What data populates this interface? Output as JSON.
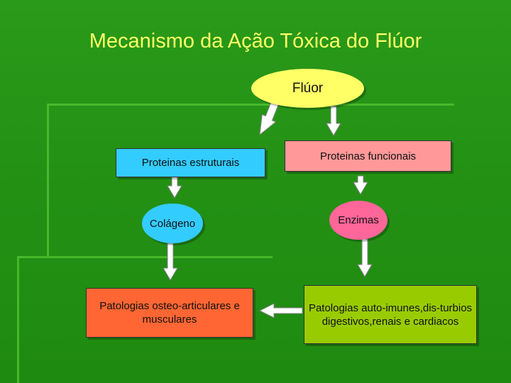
{
  "title": "Mecanismo da Ação Tóxica do Flúor",
  "nodes": {
    "fluor": "Flúor",
    "proteinas_estruturais": "Proteinas estruturais",
    "proteinas_funcionais": "Proteinas funcionais",
    "colageno": "Colágeno",
    "enzimas": "Enzimas",
    "patologias_osteo": "Patologias osteo-articulares e musculares",
    "patologias_auto": "Patologias auto-imunes,dis-turbios digestivos,renais e cardiacos"
  },
  "colors": {
    "background": "#239014",
    "title": "#ffff66",
    "fluor_fill": "#ffff66",
    "proteinas_estruturais_fill": "#33ccff",
    "proteinas_funcionais_fill": "#ff9999",
    "colageno_fill": "#33ccff",
    "enzimas_fill": "#ff6699",
    "patologias_osteo_fill": "#ff6633",
    "patologias_auto_fill": "#99cc00",
    "arrow_fill": "#ffffff"
  }
}
